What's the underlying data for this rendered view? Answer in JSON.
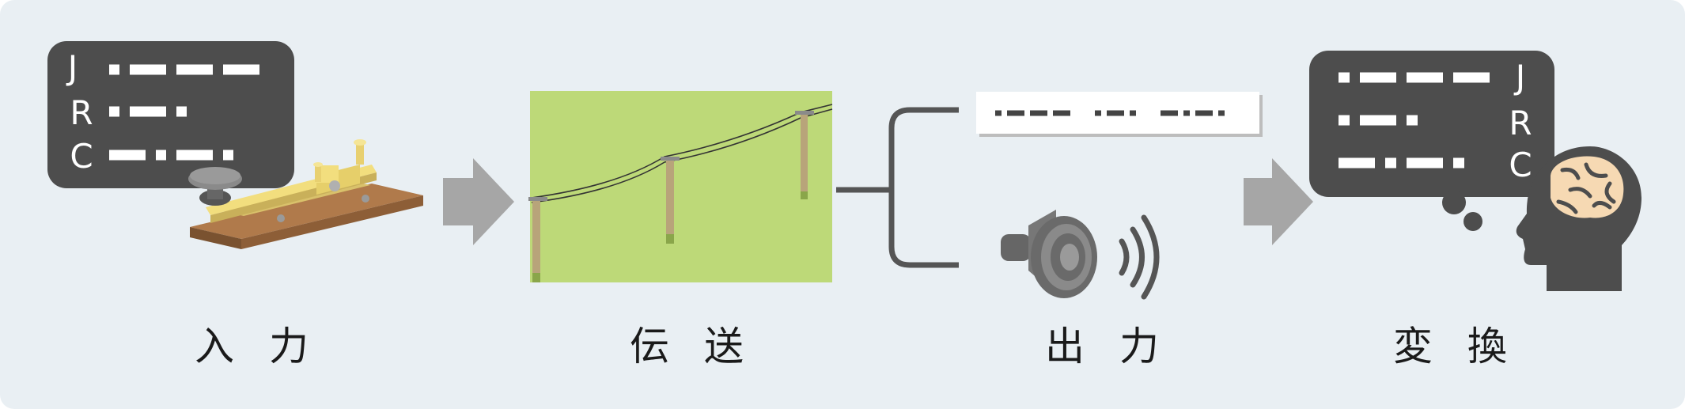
{
  "colors": {
    "background": "#e9eff3",
    "code_board": "#4d4d4d",
    "arrow": "#a6a6a6",
    "field": "#bdd978",
    "key_brass": "#f2de7e",
    "key_base": "#a8754a",
    "brain": "#f6d9b3"
  },
  "icons": [
    "morse-key-icon",
    "telegraph-poles-icon",
    "paper-tape-icon",
    "speaker-icon",
    "human-head-icon"
  ],
  "input_board": {
    "letters": [
      "J",
      "R",
      "C"
    ],
    "codes": [
      "·−−−",
      "·−·",
      "−·−·"
    ]
  },
  "output_tape": {
    "codes": [
      "·−−−",
      "·−·",
      "−·−·"
    ]
  },
  "convert_board": {
    "letters": [
      "J",
      "R",
      "C"
    ],
    "codes": [
      "·−−−",
      "·−·",
      "−·−·"
    ]
  },
  "stages": [
    {
      "label": "入力"
    },
    {
      "label": "伝送"
    },
    {
      "label": "出力"
    },
    {
      "label": "変換"
    }
  ]
}
